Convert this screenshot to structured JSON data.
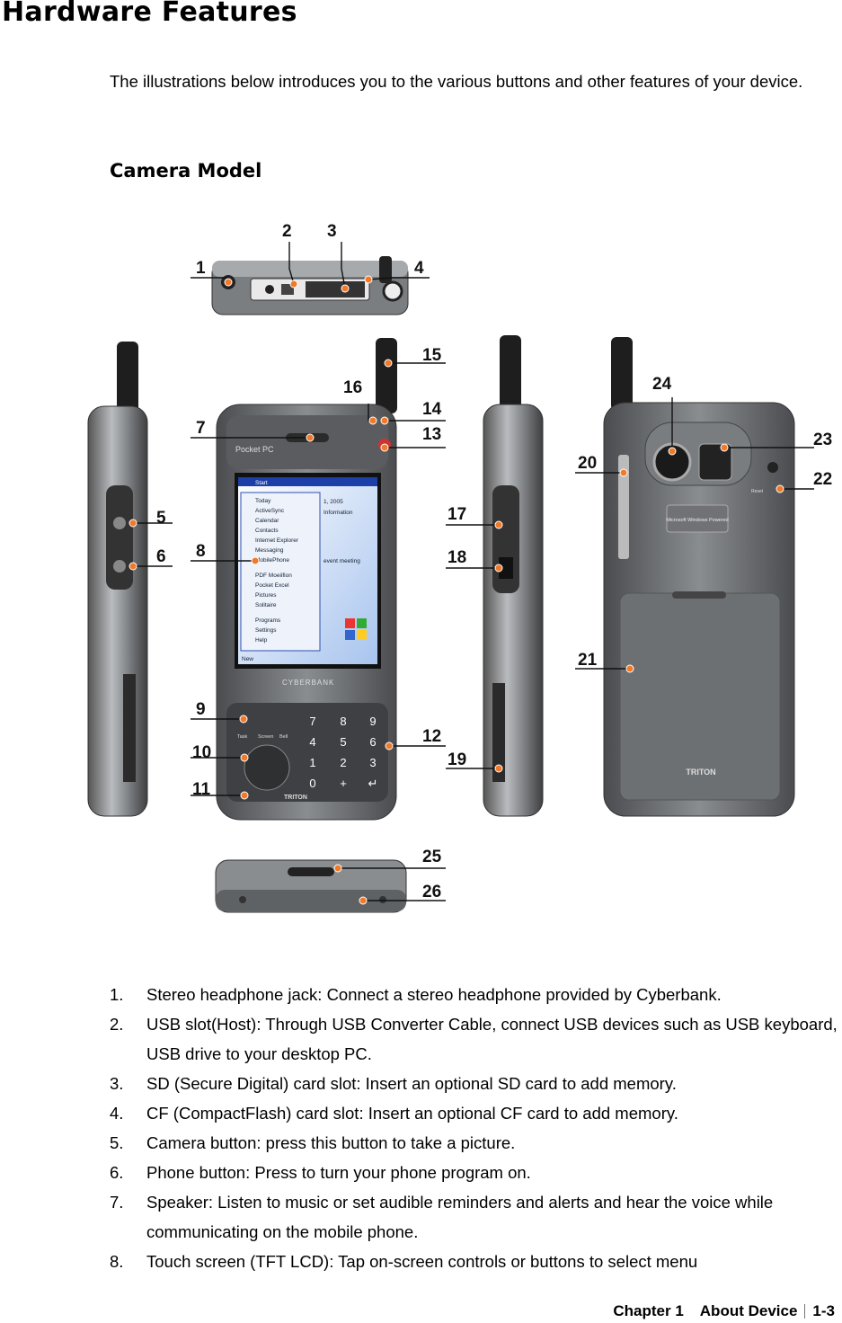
{
  "page": {
    "title": "Hardware Features",
    "intro": "The illustrations below introduces you to the various buttons and other features of your device.",
    "subheading": "Camera Model"
  },
  "figure": {
    "callouts": [
      "1",
      "2",
      "3",
      "4",
      "5",
      "6",
      "7",
      "8",
      "9",
      "10",
      "11",
      "12",
      "13",
      "14",
      "15",
      "16",
      "17",
      "18",
      "19",
      "20",
      "21",
      "22",
      "23",
      "24",
      "25",
      "26"
    ],
    "screen_items": [
      "Start",
      "Today",
      "ActiveSync",
      "Calendar",
      "Contacts",
      "Internet Explorer",
      "Messaging",
      "MobilePhone",
      "PDF Moeiifion",
      "Pocket Excel",
      "Pictures",
      "Solitaire",
      "Programs",
      "Settings",
      "Help"
    ],
    "screen_side": [
      "1, 2005",
      "Information",
      "event meeting"
    ],
    "device_labels": {
      "front_header": "Pocket PC",
      "front_brand": "CYBERBANK",
      "front_bottom": "TRITON",
      "back_bottom": "TRITON",
      "keypad_soft": [
        "Task",
        "Screen",
        "Bell"
      ],
      "keypad_digits": [
        "7",
        "8",
        "9",
        "4",
        "5",
        "6",
        "1",
        "2",
        "3",
        "0",
        "+",
        "↵"
      ],
      "taskbar_left": "New",
      "back_badge": "Microsoft Windows Powered",
      "reset_label": "Reset"
    }
  },
  "features": [
    {
      "num": "1.",
      "text": "Stereo headphone jack: Connect a stereo headphone provided by Cyberbank."
    },
    {
      "num": "2.",
      "text": "USB slot(Host): Through USB Converter Cable, connect USB devices such as USB keyboard, USB drive to your desktop PC."
    },
    {
      "num": "3.",
      "text": "SD (Secure Digital) card slot: Insert an optional SD card to add memory."
    },
    {
      "num": "4.",
      "text": "CF (CompactFlash) card slot: Insert an optional CF card to add memory."
    },
    {
      "num": "5.",
      "text": "Camera button: press this button to take a picture."
    },
    {
      "num": "6.",
      "text": "Phone button: Press to turn your phone program on."
    },
    {
      "num": "7.",
      "text": "Speaker: Listen to music or set audible reminders and alerts and hear the voice while communicating on the mobile phone."
    },
    {
      "num": "8.",
      "text": "Touch screen (TFT LCD): Tap on-screen controls or buttons to select menu"
    }
  ],
  "footer": {
    "chapter": "Chapter 1",
    "section": "About Device",
    "page_number": "1-3"
  },
  "colors": {
    "callout_dot": "#f07a2a",
    "device_body": "#6d7073",
    "screen_blue": "#1c3fa8"
  }
}
